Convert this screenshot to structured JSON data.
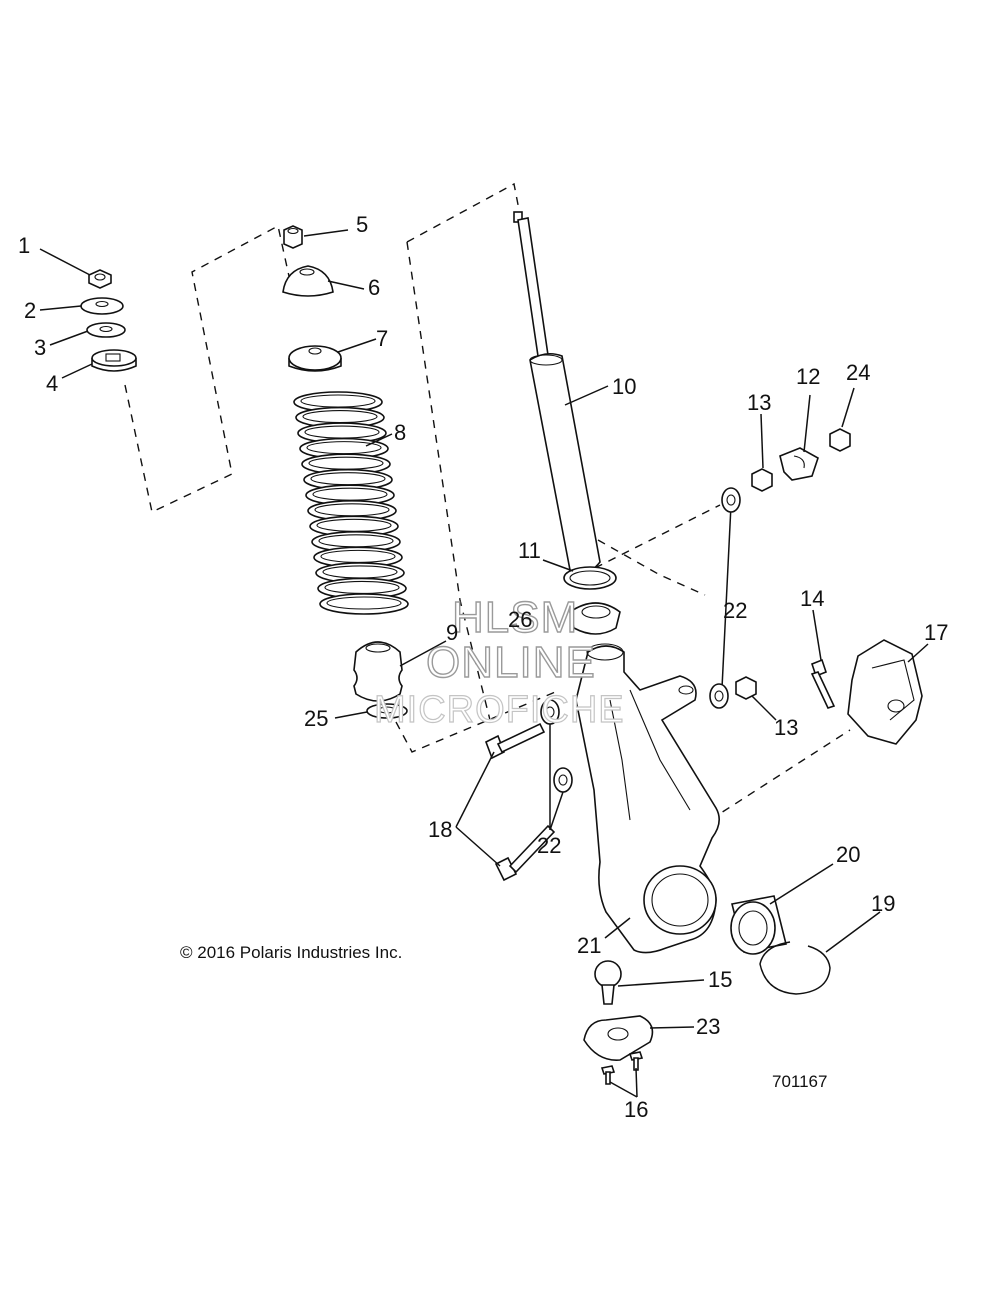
{
  "diagram": {
    "copyright": "© 2016 Polaris Industries Inc.",
    "figure_number": "701167",
    "watermark": [
      "HLSM",
      "ONLINE",
      "MICROFICHE"
    ],
    "callouts": [
      "1",
      "2",
      "3",
      "4",
      "5",
      "6",
      "7",
      "8",
      "9",
      "10",
      "11",
      "12",
      "13",
      "24",
      "22",
      "14",
      "17",
      "26",
      "25",
      "13",
      "18",
      "22",
      "20",
      "19",
      "21",
      "15",
      "23",
      "16"
    ]
  }
}
